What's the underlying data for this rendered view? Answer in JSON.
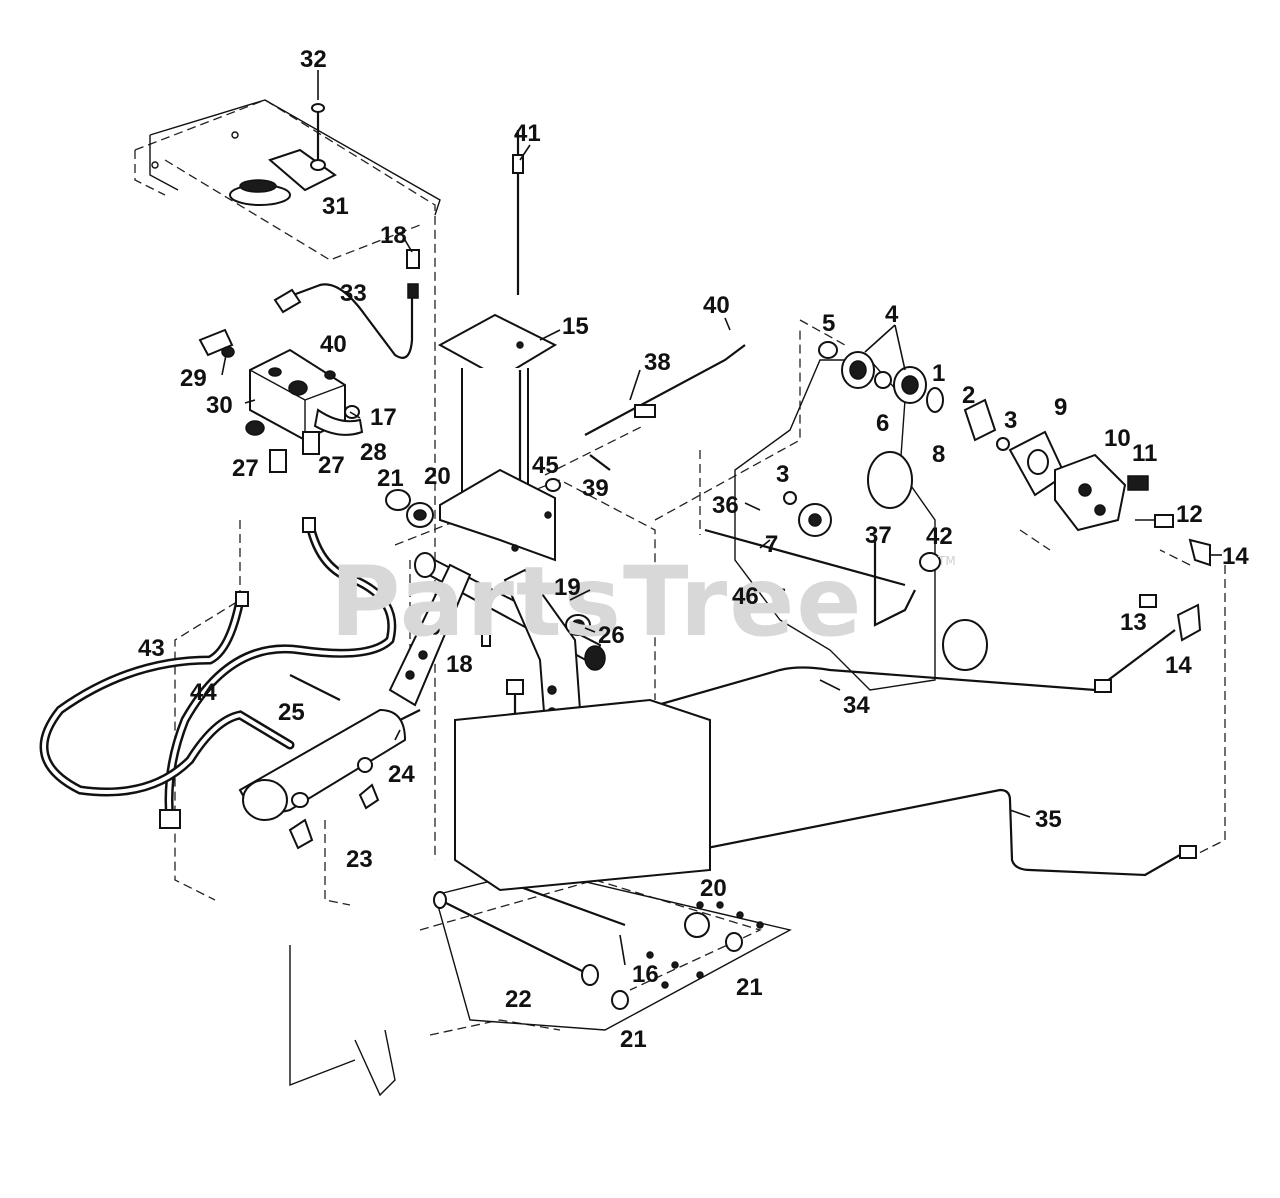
{
  "watermark": {
    "text": "PartsTree",
    "tm": "TM"
  },
  "callouts": [
    {
      "id": "c32",
      "label": "32"
    },
    {
      "id": "c31",
      "label": "31"
    },
    {
      "id": "c41",
      "label": "41"
    },
    {
      "id": "c18a",
      "label": "18"
    },
    {
      "id": "c33",
      "label": "33"
    },
    {
      "id": "c15",
      "label": "15"
    },
    {
      "id": "c40a",
      "label": "40"
    },
    {
      "id": "c38",
      "label": "38"
    },
    {
      "id": "c40b",
      "label": "40"
    },
    {
      "id": "c5",
      "label": "5"
    },
    {
      "id": "c4",
      "label": "4"
    },
    {
      "id": "c1",
      "label": "1"
    },
    {
      "id": "c2",
      "label": "2"
    },
    {
      "id": "c6",
      "label": "6"
    },
    {
      "id": "c3a",
      "label": "3"
    },
    {
      "id": "c9",
      "label": "9"
    },
    {
      "id": "c8",
      "label": "8"
    },
    {
      "id": "c10",
      "label": "10"
    },
    {
      "id": "c11",
      "label": "11"
    },
    {
      "id": "c29",
      "label": "29"
    },
    {
      "id": "c30",
      "label": "30"
    },
    {
      "id": "c17",
      "label": "17"
    },
    {
      "id": "c28",
      "label": "28"
    },
    {
      "id": "c27a",
      "label": "27"
    },
    {
      "id": "c27b",
      "label": "27"
    },
    {
      "id": "c21a",
      "label": "21"
    },
    {
      "id": "c20a",
      "label": "20"
    },
    {
      "id": "c45",
      "label": "45"
    },
    {
      "id": "c39",
      "label": "39"
    },
    {
      "id": "c3b",
      "label": "3"
    },
    {
      "id": "c36",
      "label": "36"
    },
    {
      "id": "c7",
      "label": "7"
    },
    {
      "id": "c37",
      "label": "37"
    },
    {
      "id": "c42",
      "label": "42"
    },
    {
      "id": "c12",
      "label": "12"
    },
    {
      "id": "c14a",
      "label": "14"
    },
    {
      "id": "c46",
      "label": "46"
    },
    {
      "id": "c19",
      "label": "19"
    },
    {
      "id": "c26",
      "label": "26"
    },
    {
      "id": "c18b",
      "label": "18"
    },
    {
      "id": "c13",
      "label": "13"
    },
    {
      "id": "c14b",
      "label": "14"
    },
    {
      "id": "c43",
      "label": "43"
    },
    {
      "id": "c44",
      "label": "44"
    },
    {
      "id": "c25",
      "label": "25"
    },
    {
      "id": "c34",
      "label": "34"
    },
    {
      "id": "c24",
      "label": "24"
    },
    {
      "id": "c35",
      "label": "35"
    },
    {
      "id": "c23",
      "label": "23"
    },
    {
      "id": "c20b",
      "label": "20"
    },
    {
      "id": "c16",
      "label": "16"
    },
    {
      "id": "c21b",
      "label": "21"
    },
    {
      "id": "c22",
      "label": "22"
    },
    {
      "id": "c21c",
      "label": "21"
    }
  ]
}
